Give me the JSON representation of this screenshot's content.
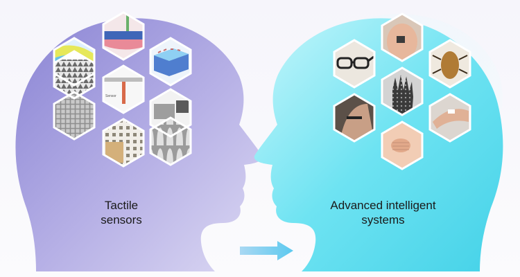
{
  "left_caption": {
    "line1": "Tactile",
    "line2": "sensors"
  },
  "right_caption": {
    "line1": "Advanced intelligent",
    "line2": "systems"
  },
  "colors": {
    "left_head": "#9a94d8",
    "right_head": "#5fdff0",
    "arrow": "#78c8ee",
    "hex_border": "#ffffff"
  },
  "left_panels": [
    {
      "icon": "layered-film-image"
    },
    {
      "icon": "pressure-sensor-image"
    },
    {
      "icon": "blue-structure-image"
    },
    {
      "icon": "pyramid-array-image"
    },
    {
      "icon": "cantilever-schematic-image"
    },
    {
      "icon": "woven-mesh-image"
    },
    {
      "icon": "micro-structure-image"
    },
    {
      "icon": "pillar-array-image"
    },
    {
      "icon": "cube-array-image"
    }
  ],
  "right_panels": [
    {
      "icon": "palm-sensor-image"
    },
    {
      "icon": "smart-glasses-image"
    },
    {
      "icon": "robot-beetle-image"
    },
    {
      "icon": "sensor-glove-image"
    },
    {
      "icon": "throat-sensor-image"
    },
    {
      "icon": "finger-sensor-image"
    },
    {
      "icon": "skin-patch-image"
    }
  ]
}
